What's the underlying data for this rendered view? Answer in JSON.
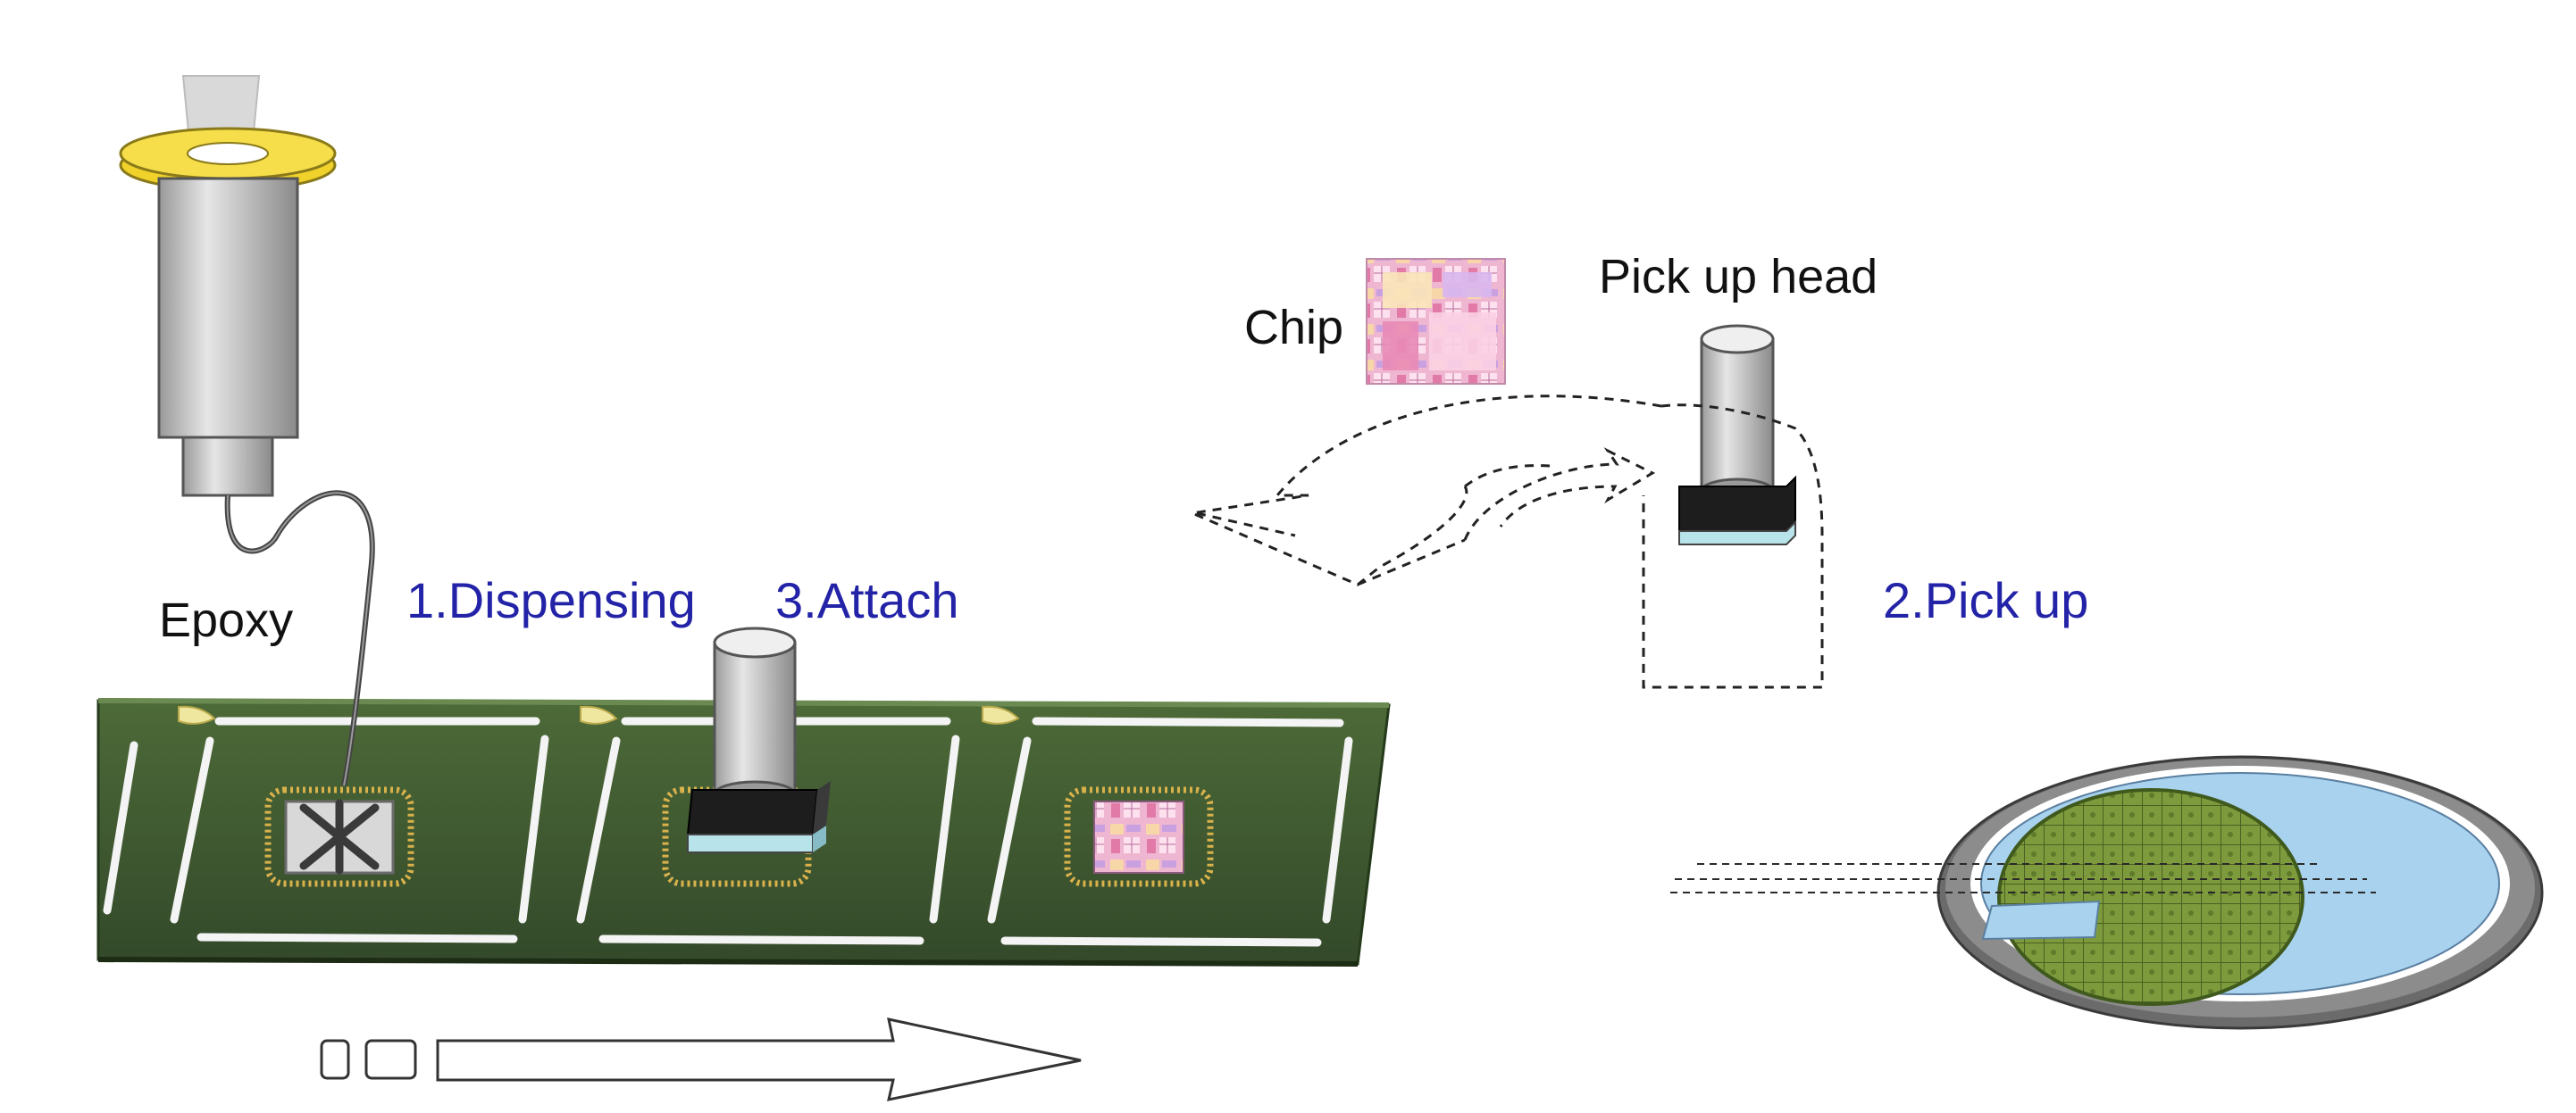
{
  "labels": {
    "epoxy": "Epoxy",
    "dispensing": "1.Dispensing",
    "attach": "3.Attach",
    "chip": "Chip",
    "pick_up_head": "Pick up head",
    "pick_up": "2.Pick up"
  },
  "colors": {
    "step_label": "#2323a8",
    "component_label": "#111111",
    "substrate": "#3e5a2e",
    "substrate_dark": "#2b4220",
    "wafer_die": "#7c9a3a",
    "wafer_tape": "#a9d2ef",
    "wafer_frame": "#707070",
    "syringe_flange": "#f0d22a",
    "cylinder_gray": "#c8c8c8",
    "chip_pink": "#e8a0c4"
  },
  "icons": {
    "syringe": "syringe-icon",
    "nozzle": "nozzle-icon",
    "chip": "chip-image-icon",
    "wafer": "wafer-icon",
    "direction": "right-arrow-icon"
  }
}
